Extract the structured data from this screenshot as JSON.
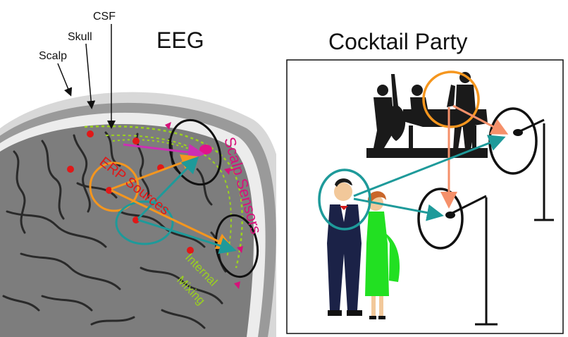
{
  "left_panel": {
    "title": "EEG",
    "layers": {
      "csf": "CSF",
      "skull": "Skull",
      "scalp": "Scalp"
    },
    "erp_label": "ERP Sources",
    "sensors_label": "Scalp Sensors",
    "mixing_label": [
      "Internal",
      "Mixing"
    ]
  },
  "right_panel": {
    "title": "Cocktail Party"
  },
  "colors": {
    "brain": "#7d7d7d",
    "brain_dark": "#2a2a2a",
    "skull": "#9a9a9a",
    "source": "#e01818",
    "sensor": "#d6127a",
    "magenta": "#cc2fb4",
    "orange": "#f5961e",
    "teal": "#1e9a9a",
    "green": "#9bd21e",
    "dress": "#22e022",
    "suit": "#1b2247"
  }
}
